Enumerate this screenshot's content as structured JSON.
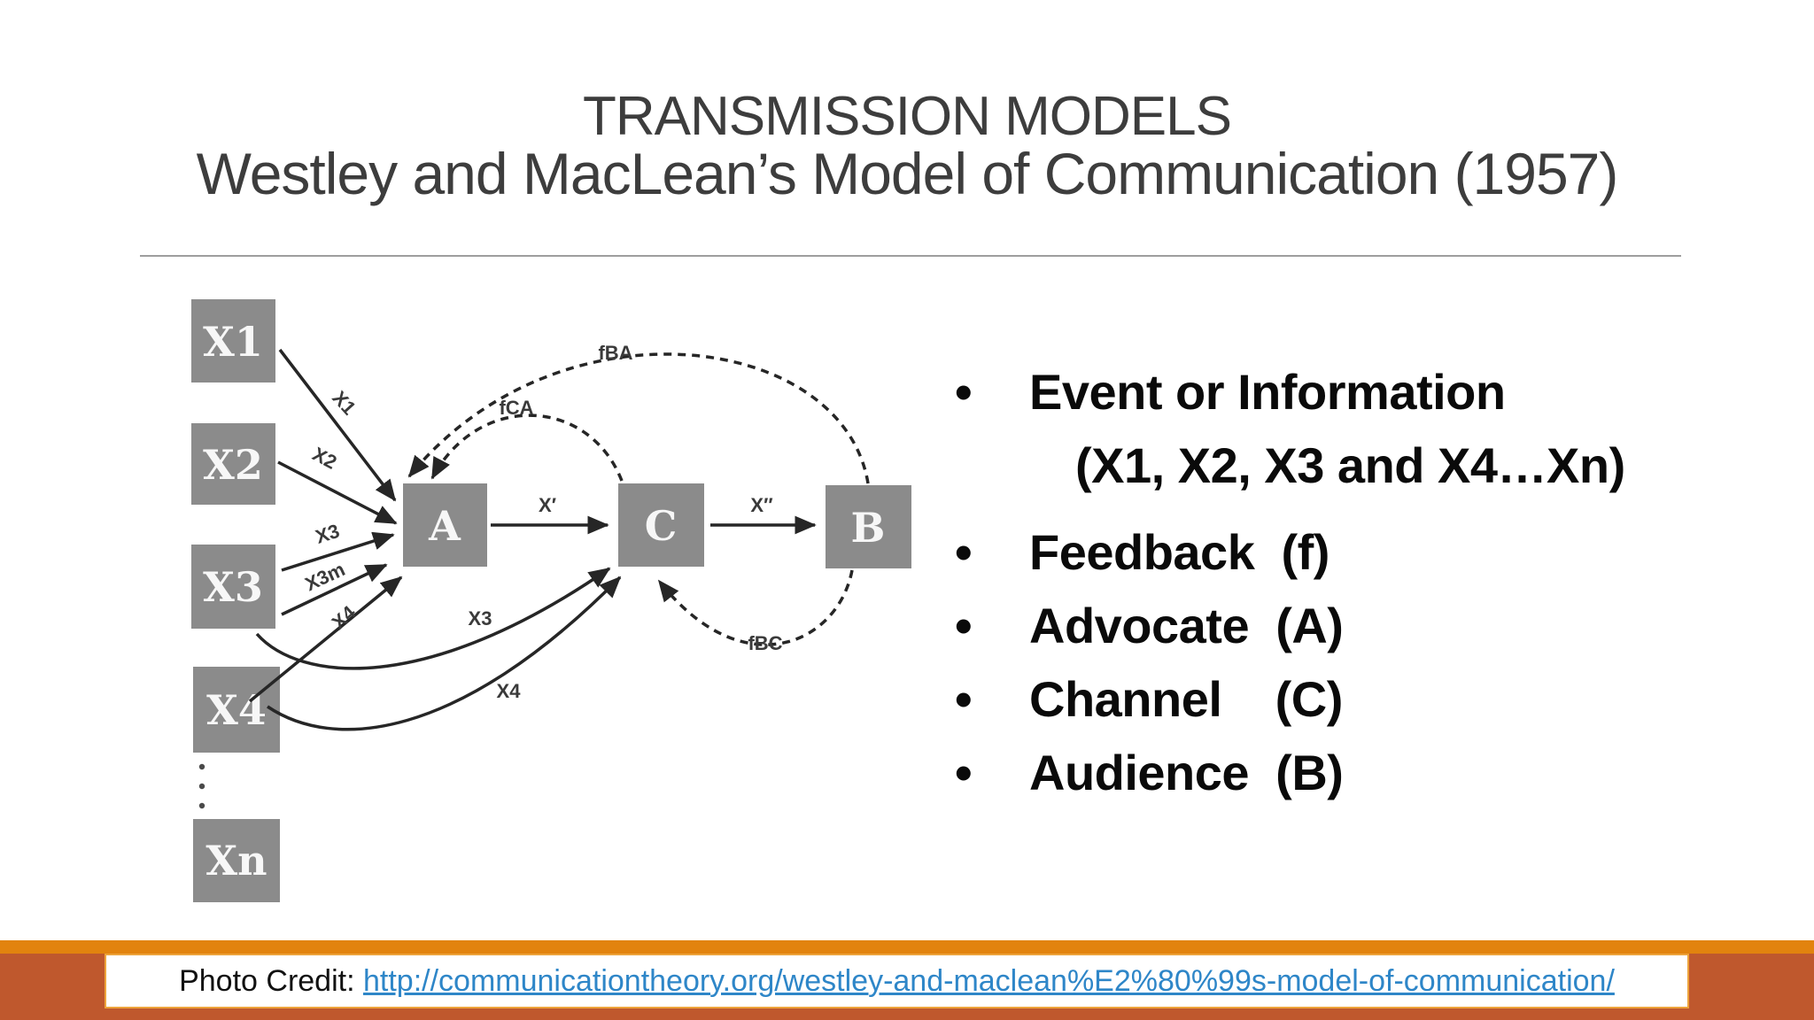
{
  "slide": {
    "title": "TRANSMISSION MODELS",
    "subtitle": "Westley and MacLean’s Model of Communication (1957)"
  },
  "diagram": {
    "boxes": {
      "x1": "X1",
      "x2": "X2",
      "x3": "X3",
      "x4": "X4",
      "xn": "Xn",
      "a": "A",
      "c": "C",
      "b": "B"
    },
    "arrow_labels": {
      "x1": "X1",
      "x2": "X2",
      "x3": "X3",
      "x3m": "X3m",
      "x4": "X4",
      "x_prime": "X′",
      "x_double_prime": "X″",
      "x3_curve": "X3",
      "x4_curve": "X4",
      "fba": "fBA",
      "fca": "fCA",
      "fbc": "fBC"
    }
  },
  "bullets": {
    "glyph": "•",
    "items": [
      {
        "text": "Event or Information",
        "sub": "(X1, X2, X3 and X4…Xn)"
      },
      {
        "text": "Feedback  (f)"
      },
      {
        "text": "Advocate  (A)"
      },
      {
        "text": "Channel    (C)"
      },
      {
        "text": "Audience  (B)"
      }
    ]
  },
  "footer": {
    "credit_label": "Photo Credit: ",
    "credit_url": "http://communicationtheory.org/westley-and-maclean%E2%80%99s-model-of-communication/"
  },
  "colors": {
    "strip_orange": "#E2830E",
    "bar_sienna": "#BF582D",
    "link_blue": "#2E86C8",
    "box_gray": "#8B8B8B"
  }
}
